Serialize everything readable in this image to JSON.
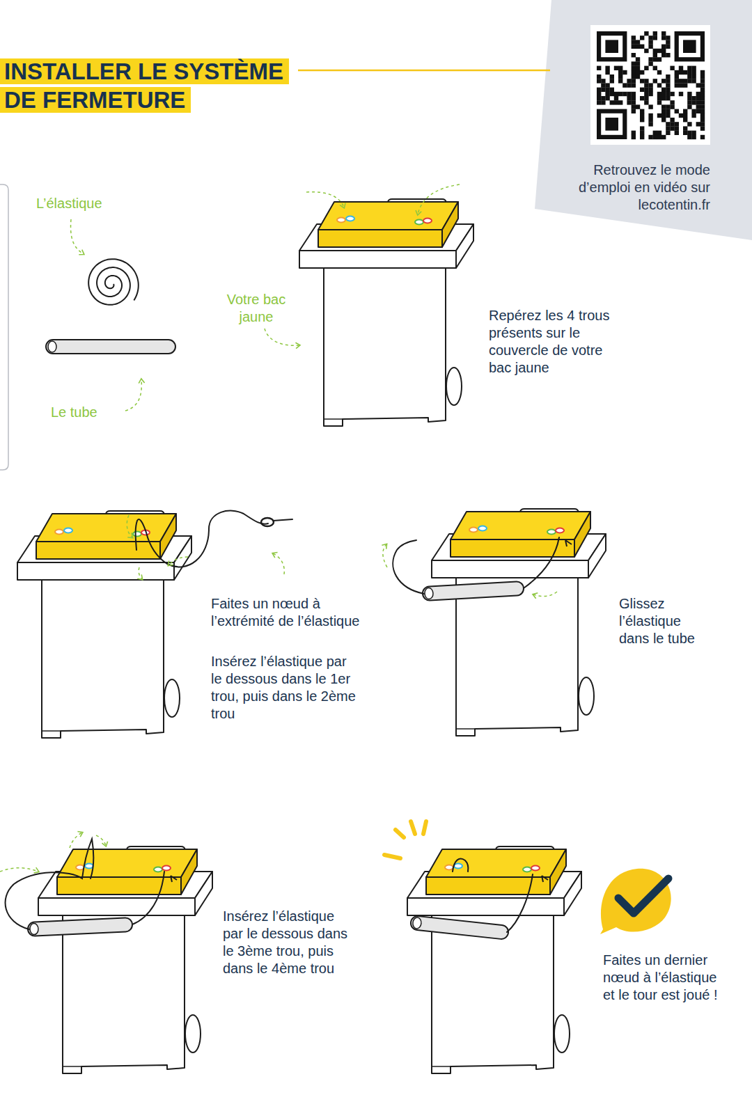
{
  "diagram": {
    "title": "INSTALLER LE SYSTÈME DE FERMETURE",
    "labels": [
      "Retrouvez le mode d’emploi en vidéo sur lecotentin.fr",
      "L’élastique",
      "Le tube",
      "Votre bac jaune",
      "Repérez les 4 trous présents sur le couvercle de votre bac jaune",
      "Faites un nœud à l’extrémité de l’élastique",
      "Insérez l’élastique par le dessous dans le 1er trou, puis dans le 2ème trou",
      "Glissez l’élastique dans le tube",
      "Insérez l’élastique par le dessous dans le 3ème trou, puis dans le 4ème trou",
      "Faites un dernier nœud à l’élastique et le tour est joué !"
    ]
  }
}
